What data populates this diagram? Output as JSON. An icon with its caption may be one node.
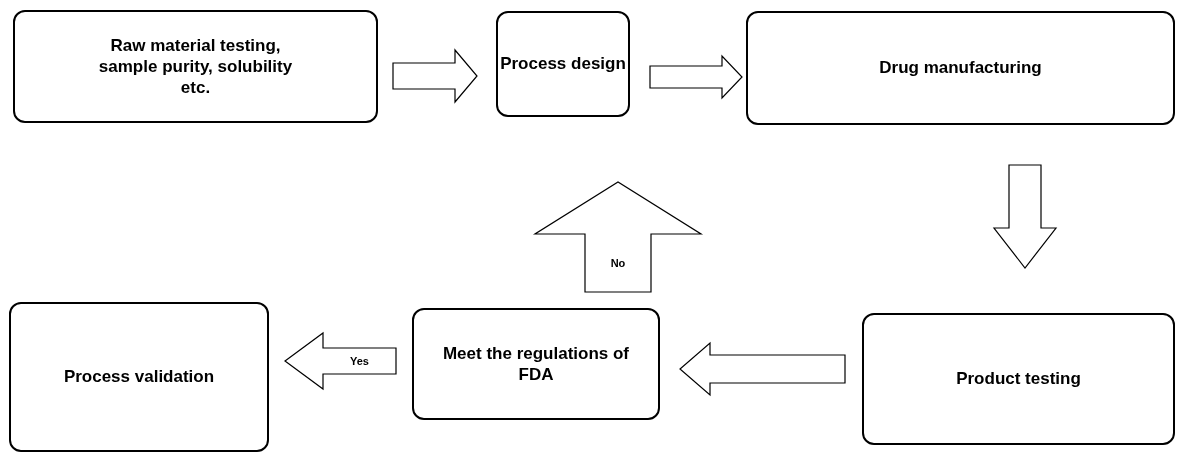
{
  "diagram": {
    "nodes": [
      {
        "text": [
          "Raw material testing, sample purity, solubility etc."
        ]
      },
      {
        "text": [
          "Process design"
        ]
      },
      {
        "text": [
          "Drug manufacturing"
        ]
      },
      {
        "text": [
          "Product testing"
        ]
      },
      {
        "text": [
          "Meet the regulations of FDA"
        ]
      },
      {
        "text": [
          "Process validation"
        ]
      }
    ],
    "edges": [
      {
        "from": 0,
        "to": 1,
        "arrow": "to"
      },
      {
        "from": 1,
        "to": 2,
        "arrow": "to"
      },
      {
        "from": 2,
        "to": 3,
        "arrow": "to"
      },
      {
        "from": 3,
        "to": 4,
        "arrow": "to"
      },
      {
        "from": 4,
        "to": 5,
        "arrow": "to",
        "label": "Yes"
      },
      {
        "from": 4,
        "to": 1,
        "arrow": "to",
        "label": "No"
      }
    ]
  }
}
